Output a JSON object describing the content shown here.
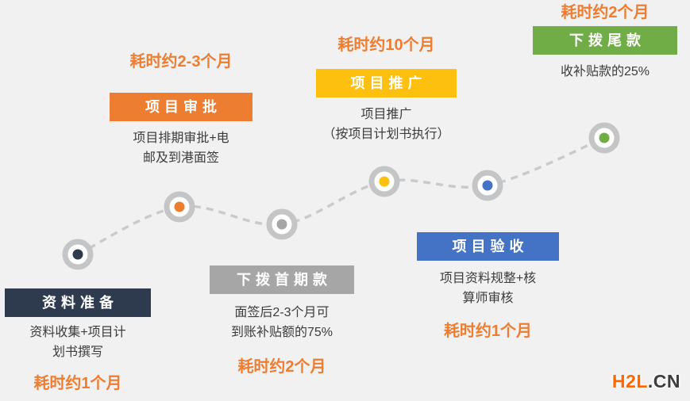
{
  "background": "#f1f1f2",
  "duration_color": "#ed7d31",
  "curve": {
    "line_color": "#c9cacb",
    "ring_color": "#c4c5c6"
  },
  "stages": [
    {
      "label": "资料准备",
      "label_color": "#2e3b4e",
      "node_color": "#2e3b4e",
      "desc": "资料收集+项目计\n划书撰写",
      "duration": "耗时约1个月"
    },
    {
      "label": "项目审批",
      "label_color": "#ed7d31",
      "node_color": "#ed7d31",
      "desc": "项目排期审批+电\n邮及到港面签",
      "duration": "耗时约2-3个月"
    },
    {
      "label": "下拨首期款",
      "label_color": "#a6a6a6",
      "node_color": "#a6a6a6",
      "desc": "面签后2-3个月可\n到账补贴额的75%",
      "duration": "耗时约2个月"
    },
    {
      "label": "项目推广",
      "label_color": "#fdc00f",
      "node_color": "#fdc00f",
      "desc": "项目推广\n（按项目计划书执行）",
      "duration": "耗时约10个月"
    },
    {
      "label": "项目验收",
      "label_color": "#4472c4",
      "node_color": "#4472c4",
      "desc": "项目资料规整+核\n算师审核",
      "duration": "耗时约1个月"
    },
    {
      "label": "下拨尾款",
      "label_color": "#70ad47",
      "node_color": "#70ad47",
      "desc": "收补贴款的25%",
      "duration": "耗时约2个月"
    }
  ],
  "logo": {
    "primary": "H2L",
    "primary_color": "#ff6600",
    "suffix": ".CN",
    "suffix_color": "#3d3d3d"
  }
}
